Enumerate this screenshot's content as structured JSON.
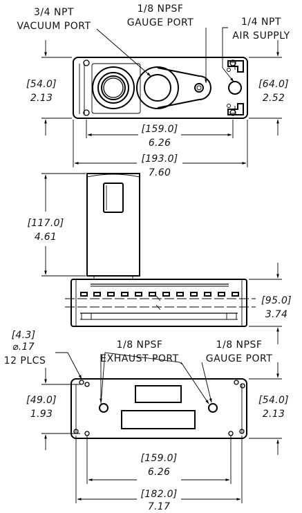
{
  "labels": {
    "vacuum_port": [
      "3/4 NPT",
      "VACUUM PORT"
    ],
    "gauge_port_top": [
      "1/8 NPSF",
      "GAUGE PORT"
    ],
    "air_supply": [
      "1/4 NPT",
      "AIR SUPPLY"
    ],
    "exhaust_port": [
      "1/8 NPSF",
      "EXHAUST PORT"
    ],
    "gauge_port_bottom": [
      "1/8 NPSF",
      "GAUGE PORT"
    ],
    "hole_spec": [
      "[4.3]",
      "⌀.17",
      "12 PLCS"
    ]
  },
  "dimensions": {
    "top_height": {
      "mm": "[54.0]",
      "in": "2.13"
    },
    "top_height_right": {
      "mm": "[64.0]",
      "in": "2.52"
    },
    "top_hole_spacing": {
      "mm": "[159.0]",
      "in": "6.26"
    },
    "overall_width": {
      "mm": "[193.0]",
      "in": "7.60"
    },
    "body_height": {
      "mm": "[117.0]",
      "in": "4.61"
    },
    "base_height": {
      "mm": "[95.0]",
      "in": "3.74"
    },
    "bottom_height_left": {
      "mm": "[49.0]",
      "in": "1.93"
    },
    "bottom_height_right": {
      "mm": "[54.0]",
      "in": "2.13"
    },
    "bottom_hole_spacing": {
      "mm": "[159.0]",
      "in": "6.26"
    },
    "bottom_width": {
      "mm": "[182.0]",
      "in": "7.17"
    }
  }
}
